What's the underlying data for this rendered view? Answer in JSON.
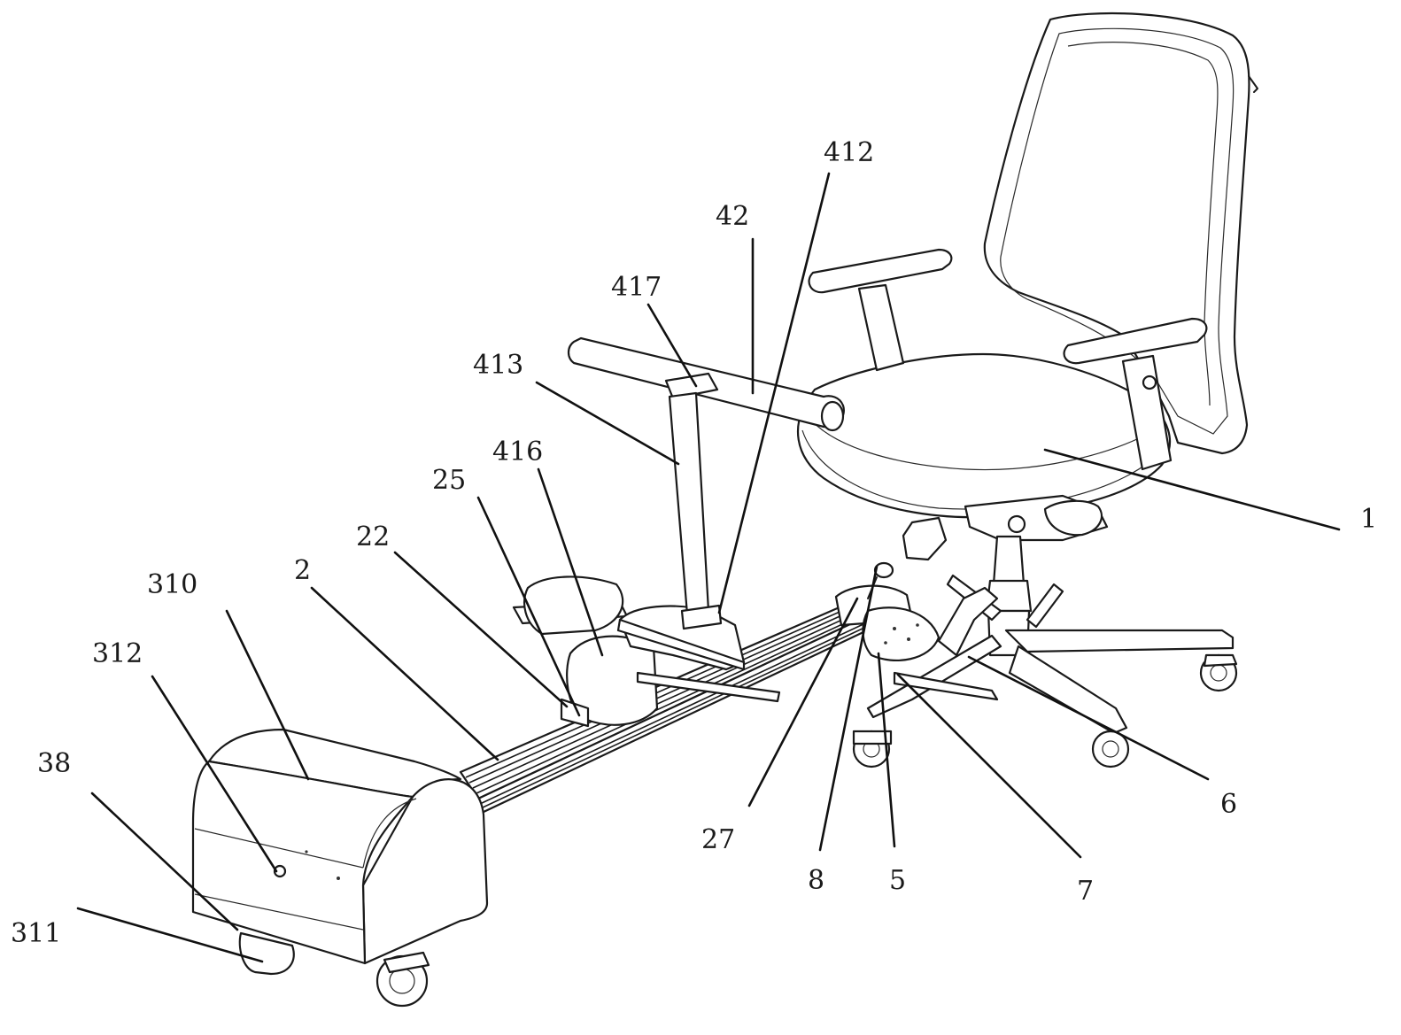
{
  "figure": {
    "reference_numerals": [
      {
        "id": "r412",
        "text": "412"
      },
      {
        "id": "r42",
        "text": "42"
      },
      {
        "id": "r417",
        "text": "417"
      },
      {
        "id": "r413",
        "text": "413"
      },
      {
        "id": "r416",
        "text": "416"
      },
      {
        "id": "r25",
        "text": "25"
      },
      {
        "id": "r22",
        "text": "22"
      },
      {
        "id": "r310",
        "text": "310"
      },
      {
        "id": "r2",
        "text": "2"
      },
      {
        "id": "r312",
        "text": "312"
      },
      {
        "id": "r38",
        "text": "38"
      },
      {
        "id": "r311",
        "text": "311"
      },
      {
        "id": "r1",
        "text": "1"
      },
      {
        "id": "r6",
        "text": "6"
      },
      {
        "id": "r7",
        "text": "7"
      },
      {
        "id": "r5",
        "text": "5"
      },
      {
        "id": "r8",
        "text": "8"
      },
      {
        "id": "r27",
        "text": "27"
      }
    ]
  }
}
